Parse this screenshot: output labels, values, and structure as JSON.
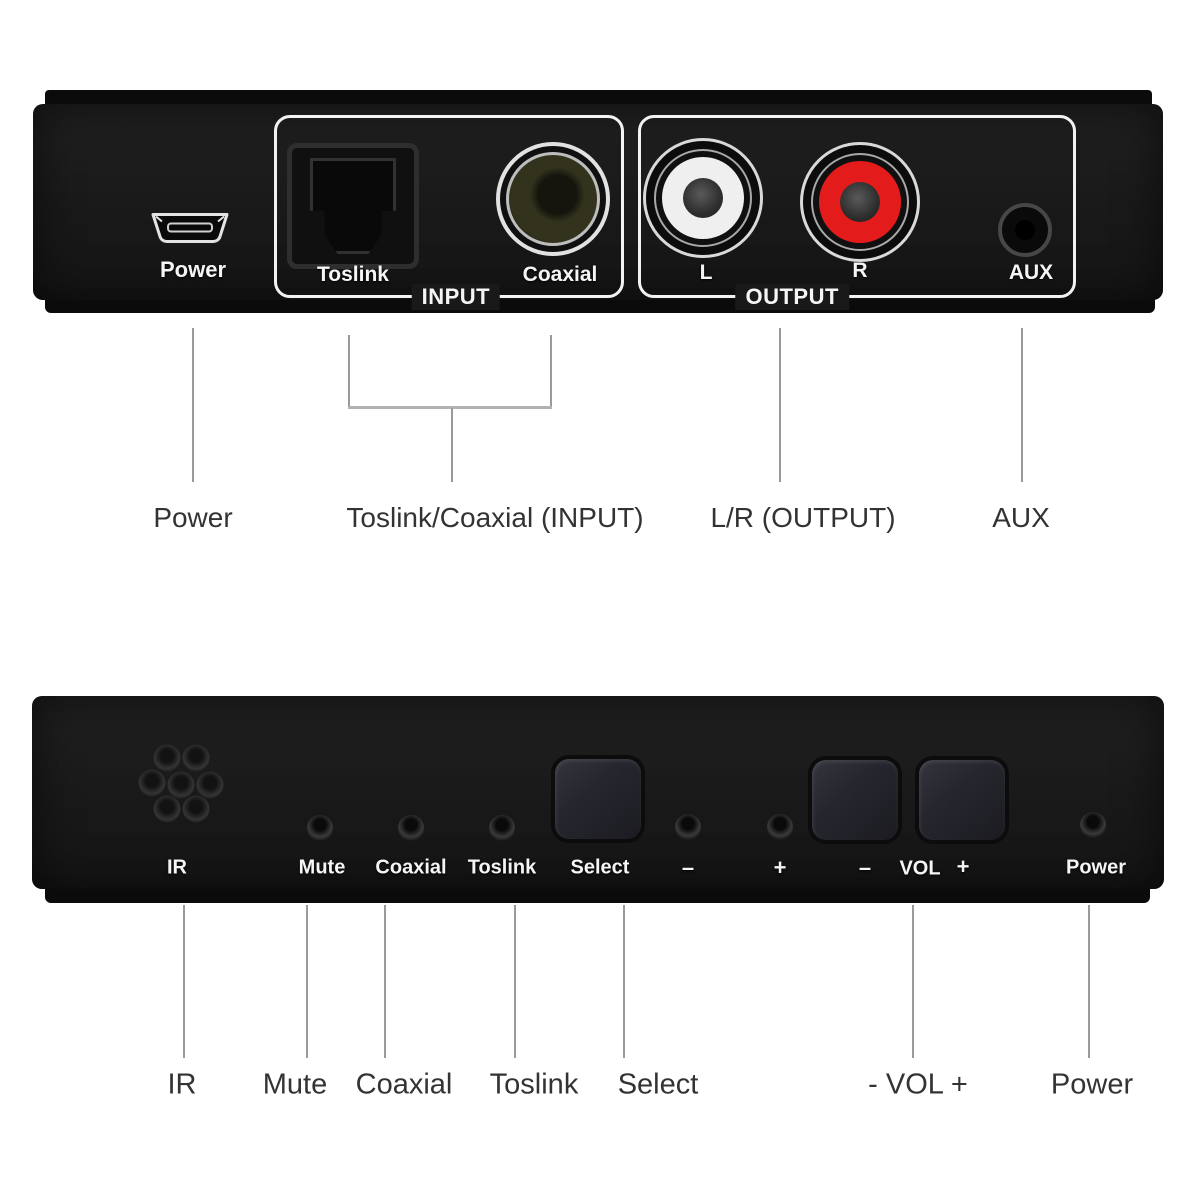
{
  "back_panel": {
    "power_label": "Power",
    "input_group": {
      "box_label": "INPUT",
      "toslink_label": "Toslink",
      "coaxial_label": "Coaxial"
    },
    "output_group": {
      "box_label": "OUTPUT",
      "left_label": "L",
      "right_label": "R"
    },
    "aux_label": "AUX"
  },
  "back_callouts": {
    "power": "Power",
    "input": "Toslink/Coaxial (INPUT)",
    "output": "L/R (OUTPUT)",
    "aux": "AUX"
  },
  "front_panel": {
    "ir_label": "IR",
    "mute_label": "Mute",
    "coaxial_label": "Coaxial",
    "toslink_label": "Toslink",
    "select_label": "Select",
    "minus_indicator_label": "–",
    "plus_indicator_label": "+",
    "vol_minus_label": "–",
    "vol_label": "VOL",
    "vol_plus_label": "+",
    "power_label": "Power"
  },
  "front_callouts": {
    "ir": "IR",
    "mute": "Mute",
    "coaxial": "Coaxial",
    "toslink": "Toslink",
    "select": "Select",
    "vol": "- VOL +",
    "power": "Power"
  },
  "colors": {
    "background": "#ffffff",
    "panel_bg": "#191919",
    "bevel_bg": "#0b0b0b",
    "box_outline": "#f2f2f2",
    "port_text": "#f5f5f5",
    "callout_line": "#9a9a9a",
    "callout_text": "#333333",
    "rca_left": "#efefef",
    "rca_right": "#e41b1b",
    "coaxial_inner": "#32321d"
  }
}
